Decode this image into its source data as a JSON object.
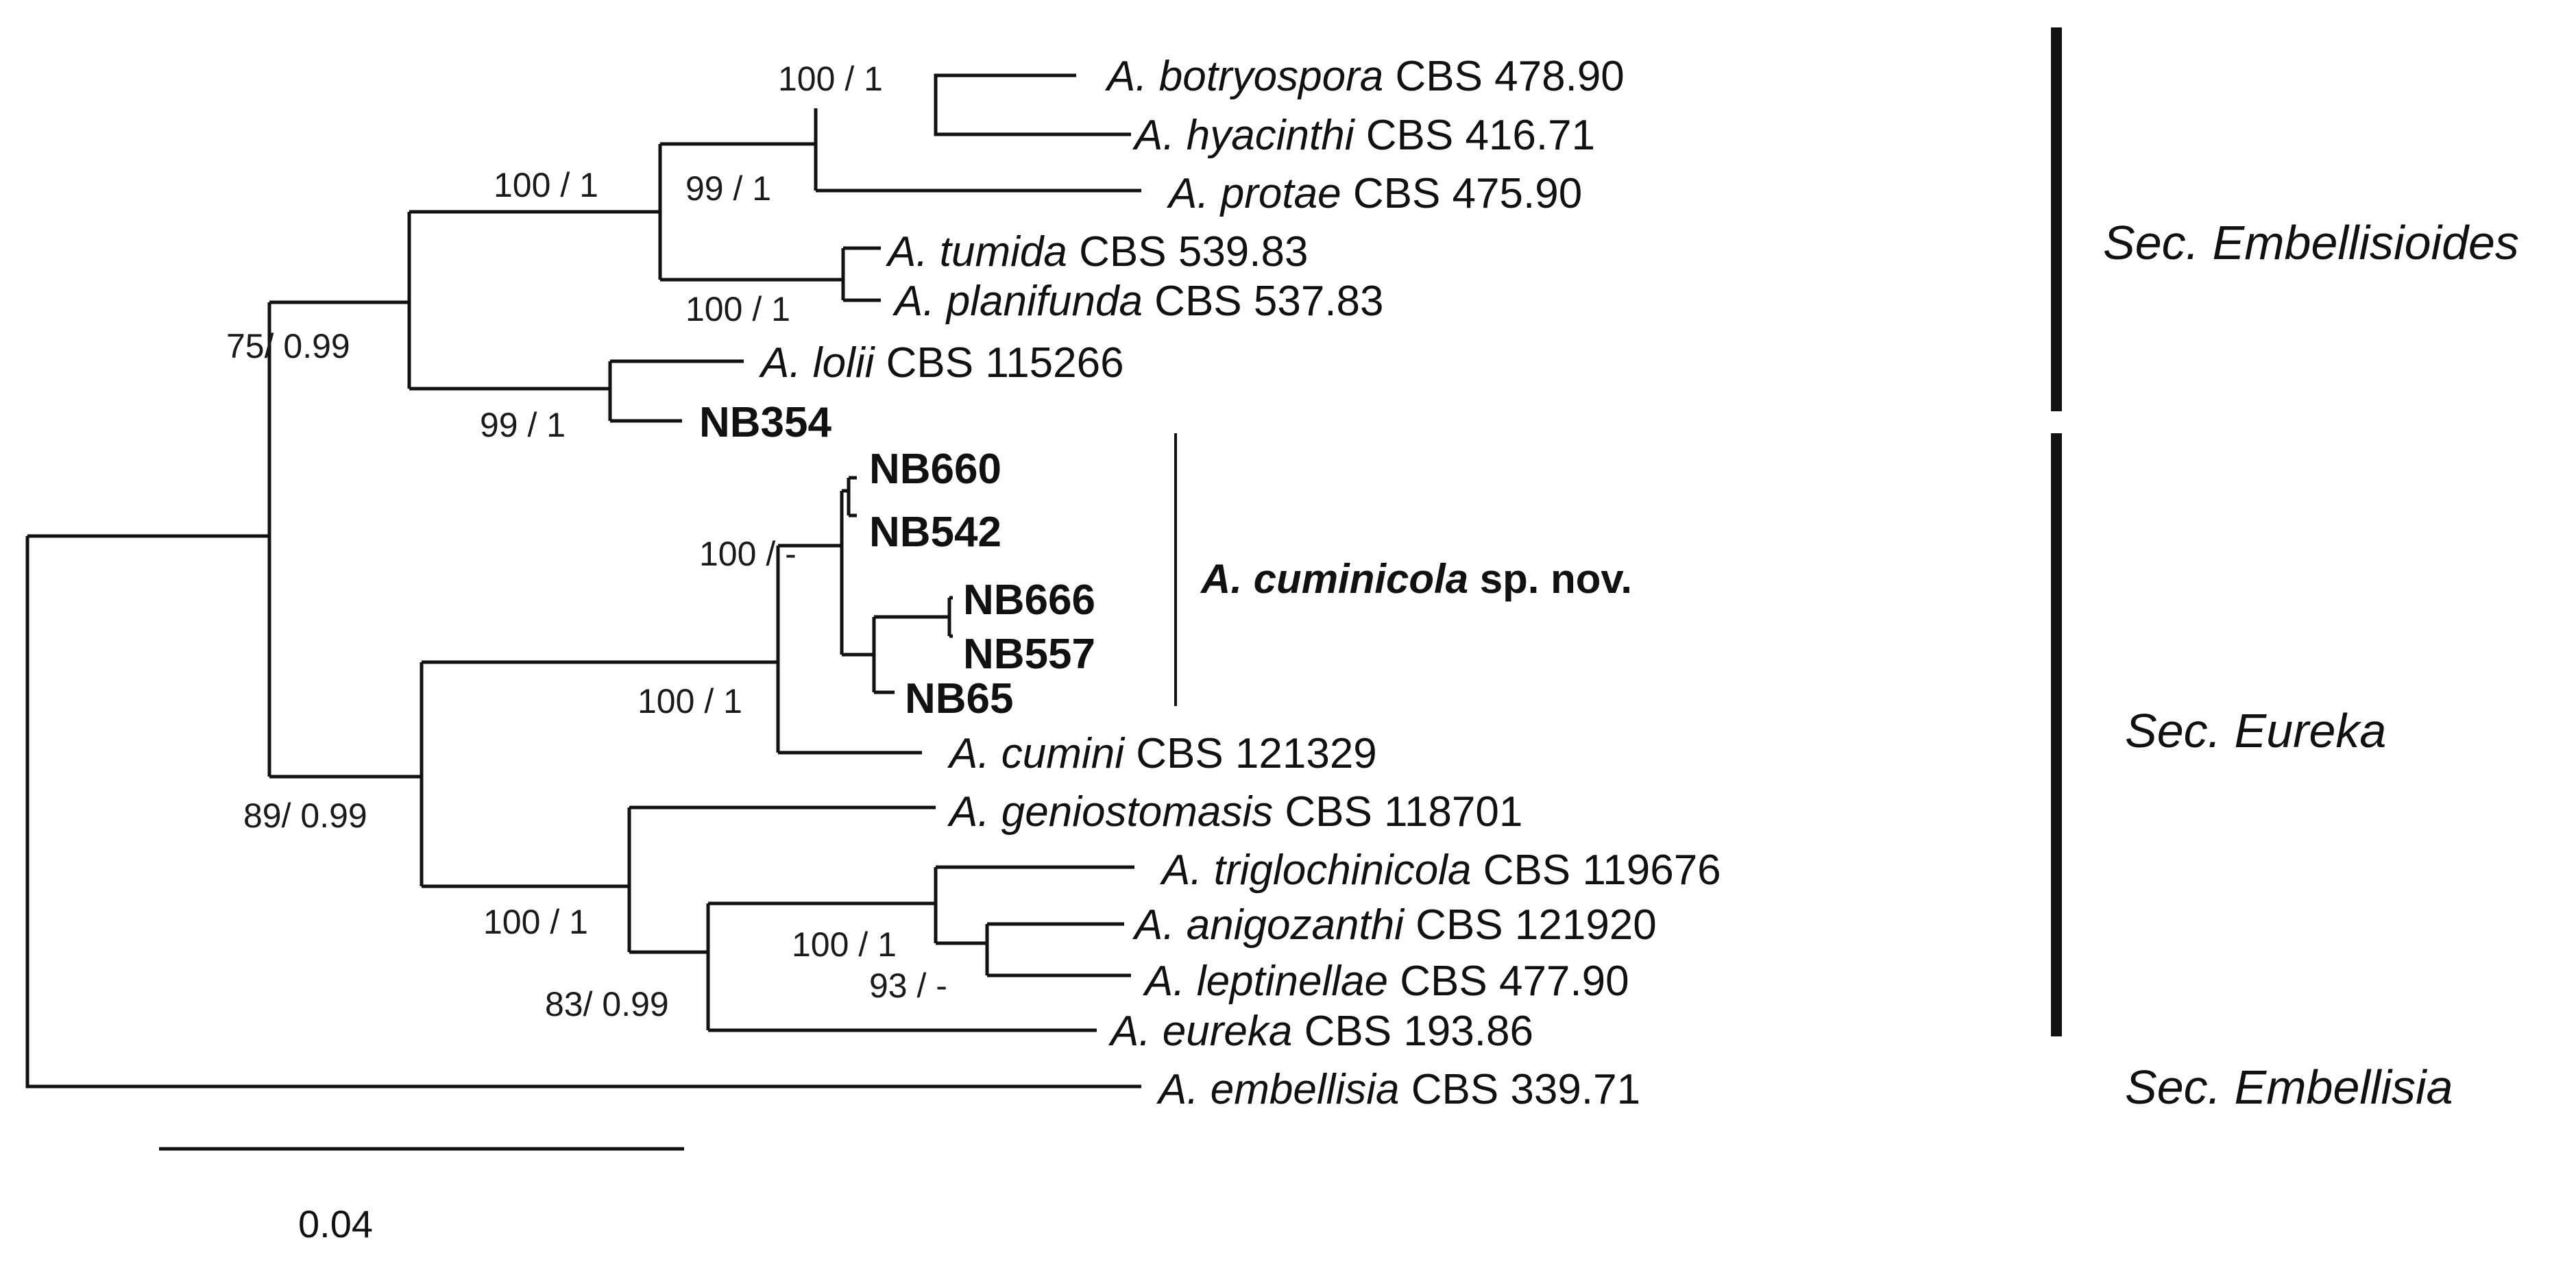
{
  "tree": {
    "taxa": {
      "botryospora": {
        "genus": "A. botryospora",
        "strain": " CBS 478.90"
      },
      "hyacinthi": {
        "genus": "A. hyacinthi",
        "strain": " CBS 416.71"
      },
      "protae": {
        "genus": "A. protae",
        "strain": " CBS 475.90"
      },
      "tumida": {
        "genus": "A. tumida",
        "strain": " CBS 539.83"
      },
      "planifunda": {
        "genus": "A. planifunda",
        "strain": " CBS 537.83"
      },
      "lolii": {
        "genus": "A. lolii",
        "strain": " CBS 115266"
      },
      "nb354": "NB354",
      "nb660": "NB660",
      "nb542": "NB542",
      "nb666": "NB666",
      "nb557": "NB557",
      "nb65": "NB65",
      "cumini": {
        "genus": "A. cumini",
        "strain": " CBS 121329"
      },
      "geniostomasis": {
        "genus": "A. geniostomasis",
        "strain": " CBS 118701"
      },
      "triglochinicola": {
        "genus": "A. triglochinicola",
        "strain": " CBS 119676"
      },
      "anigozanthi": {
        "genus": "A. anigozanthi",
        "strain": " CBS 121920"
      },
      "leptinellae": {
        "genus": "A. leptinellae",
        "strain": " CBS 477.90"
      },
      "eureka": {
        "genus": "A. eureka",
        "strain": " CBS 193.86"
      },
      "embellisia": {
        "genus": "A. embellisia",
        "strain": " CBS 339.71"
      }
    },
    "supports": {
      "botry_hyac": "100 / 1",
      "protae_clade": "99 / 1",
      "embellisioides_upper": "100 / 1",
      "tumida_planifunda": "100 / 1",
      "embellisioides_root": "75/ 0.99",
      "lolii_nb354": "99 / 1",
      "cuminicola": "100 / -",
      "cumini_clade": "100 / 1",
      "eureka_root": "89/ 0.99",
      "geniostomasis_clade": "100 / 1",
      "trigl_clade": "100 / 1",
      "anig_lept": "93 / -",
      "eureka_inner": "83/ 0.99"
    },
    "new_species": {
      "name": "A. cuminicola",
      "suffix": " sp. nov."
    }
  },
  "sections": {
    "embellisioides": "Sec. Embellisioides",
    "eureka": "Sec. Eureka",
    "embellisia": "Sec.  Embellisia"
  },
  "scale_bar": {
    "label": "0.04"
  }
}
